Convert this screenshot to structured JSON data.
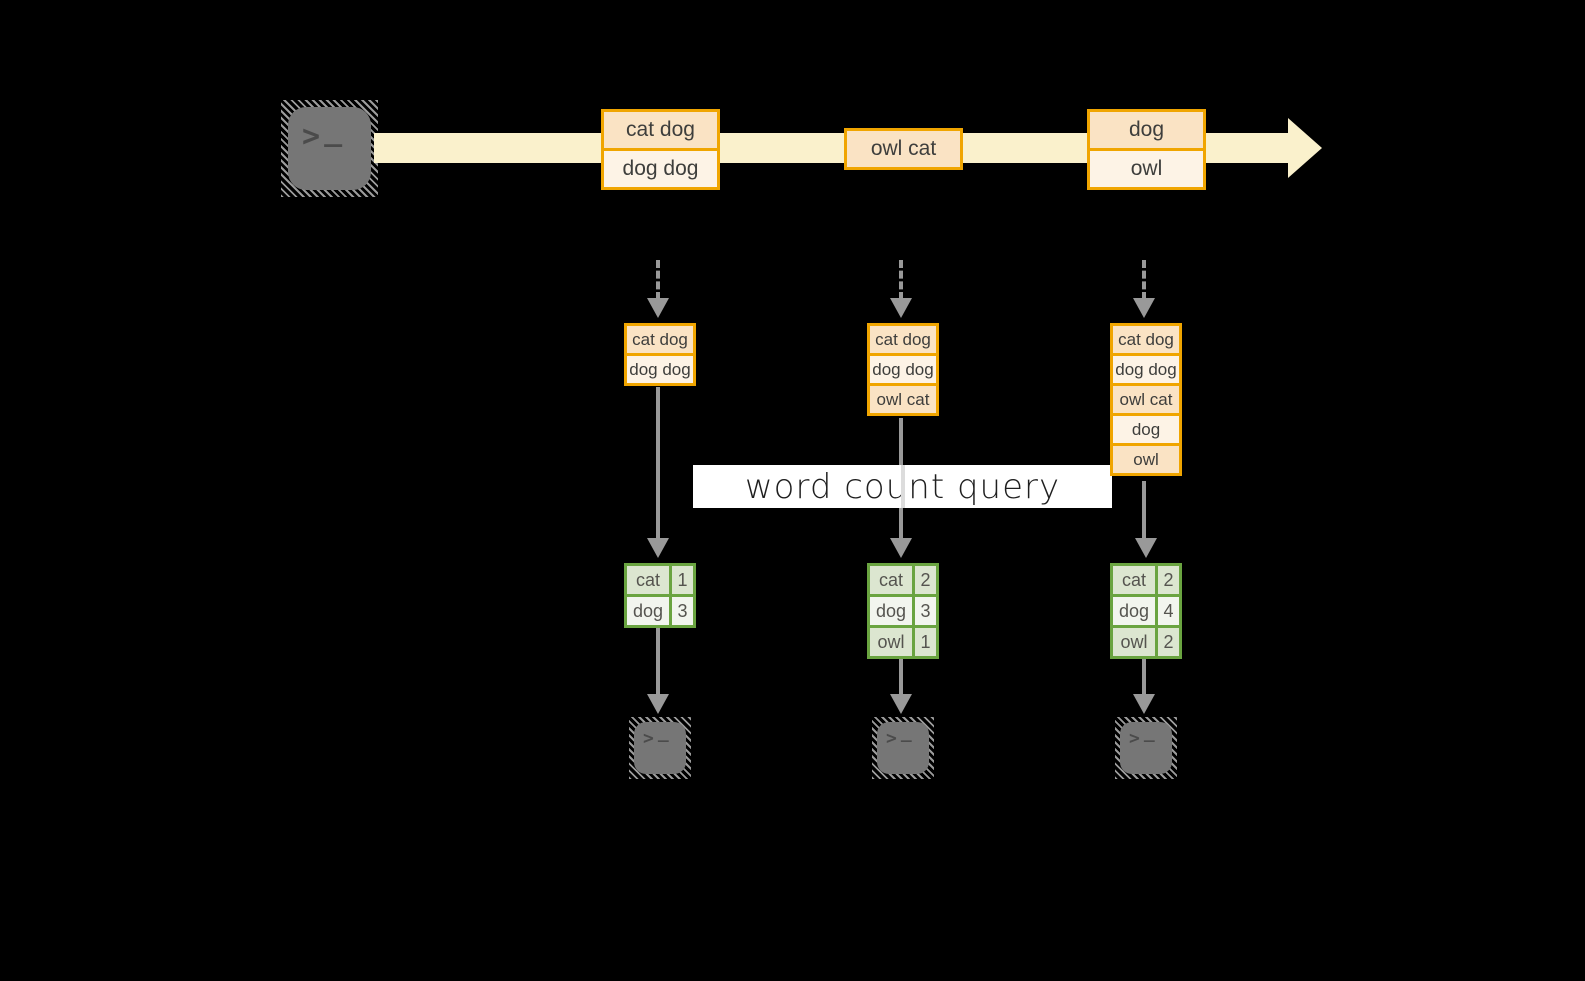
{
  "query_label": "word count query",
  "icons": {
    "prompt_chevron": ">",
    "prompt_underscore": "_",
    "source": "terminal-icon",
    "sinks": "terminal-icon"
  },
  "stream": {
    "boxes": [
      {
        "cells": [
          "cat dog",
          "dog dog"
        ]
      },
      {
        "cells": [
          "owl cat"
        ]
      },
      {
        "cells": [
          "dog",
          "owl"
        ]
      }
    ]
  },
  "columns": [
    {
      "buffer": [
        "cat dog",
        "dog dog"
      ],
      "counts": [
        {
          "word": "cat",
          "count": "1"
        },
        {
          "word": "dog",
          "count": "3"
        }
      ]
    },
    {
      "buffer": [
        "cat dog",
        "dog dog",
        "owl cat"
      ],
      "counts": [
        {
          "word": "cat",
          "count": "2"
        },
        {
          "word": "dog",
          "count": "3"
        },
        {
          "word": "owl",
          "count": "1"
        }
      ]
    },
    {
      "buffer": [
        "cat dog",
        "dog dog",
        "owl cat",
        "dog",
        "owl"
      ],
      "counts": [
        {
          "word": "cat",
          "count": "2"
        },
        {
          "word": "dog",
          "count": "4"
        },
        {
          "word": "owl",
          "count": "2"
        }
      ]
    }
  ],
  "colors": {
    "background": "#000000",
    "stream_band": "#faf1cc",
    "orange_border": "#f0a500",
    "peach_fill": "#fae3c4",
    "cream_fill": "#fdf3e6",
    "green_border": "#6aa440",
    "sage_fill": "#dce6d0",
    "pale_green_fill": "#f2f5ee",
    "arrow_gray": "#999999",
    "icon_gray": "#767676",
    "query_band": "#ffffff",
    "text_dark": "#3e3e3c"
  }
}
